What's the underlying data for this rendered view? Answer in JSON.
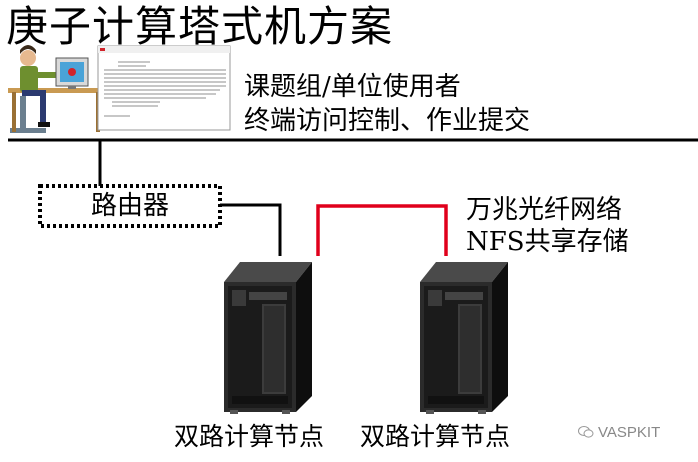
{
  "title": "庚子计算塔式机方案",
  "user": {
    "line1": "课题组/单位使用者",
    "line2": "终端访问控制、作业提交"
  },
  "router": {
    "label": "路由器"
  },
  "network": {
    "line1": "万兆光纤网络",
    "line2": "NFS共享存储"
  },
  "nodes": [
    {
      "label": "双路计算节点"
    },
    {
      "label": "双路计算节点"
    }
  ],
  "watermark": {
    "text": "VASPKIT"
  },
  "colors": {
    "lan": "#000000",
    "fiber": "#e0001b",
    "router_border": "#000000"
  }
}
